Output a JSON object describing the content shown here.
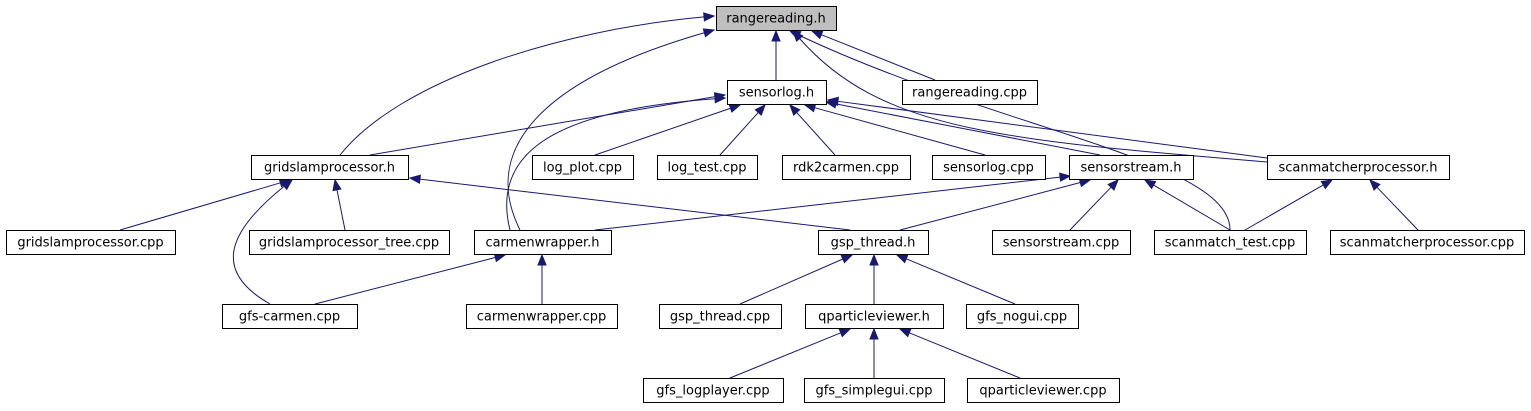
{
  "diagram": {
    "nodes": [
      {
        "id": "rangereading_h",
        "label": "rangereading.h",
        "highlighted": true
      },
      {
        "id": "sensorlog_h",
        "label": "sensorlog.h"
      },
      {
        "id": "rangereading_cpp",
        "label": "rangereading.cpp"
      },
      {
        "id": "gridslamprocessor_h",
        "label": "gridslamprocessor.h"
      },
      {
        "id": "log_plot_cpp",
        "label": "log_plot.cpp"
      },
      {
        "id": "log_test_cpp",
        "label": "log_test.cpp"
      },
      {
        "id": "rdk2carmen_cpp",
        "label": "rdk2carmen.cpp"
      },
      {
        "id": "sensorlog_cpp",
        "label": "sensorlog.cpp"
      },
      {
        "id": "sensorstream_h",
        "label": "sensorstream.h"
      },
      {
        "id": "scanmatcherprocessor_h",
        "label": "scanmatcherprocessor.h"
      },
      {
        "id": "gridslamprocessor_cpp",
        "label": "gridslamprocessor.cpp"
      },
      {
        "id": "gridslamprocessor_tree_cpp",
        "label": "gridslamprocessor_tree.cpp"
      },
      {
        "id": "carmenwrapper_h",
        "label": "carmenwrapper.h"
      },
      {
        "id": "gsp_thread_h",
        "label": "gsp_thread.h"
      },
      {
        "id": "sensorstream_cpp",
        "label": "sensorstream.cpp"
      },
      {
        "id": "scanmatch_test_cpp",
        "label": "scanmatch_test.cpp"
      },
      {
        "id": "scanmatcherprocessor_cpp",
        "label": "scanmatcherprocessor.cpp"
      },
      {
        "id": "gfs_carmen_cpp",
        "label": "gfs-carmen.cpp"
      },
      {
        "id": "carmenwrapper_cpp",
        "label": "carmenwrapper.cpp"
      },
      {
        "id": "gsp_thread_cpp",
        "label": "gsp_thread.cpp"
      },
      {
        "id": "qparticleviewer_h",
        "label": "qparticleviewer.h"
      },
      {
        "id": "gfs_nogui_cpp",
        "label": "gfs_nogui.cpp"
      },
      {
        "id": "gfs_logplayer_cpp",
        "label": "gfs_logplayer.cpp"
      },
      {
        "id": "gfs_simplegui_cpp",
        "label": "gfs_simplegui.cpp"
      },
      {
        "id": "qparticleviewer_cpp",
        "label": "qparticleviewer.cpp"
      }
    ],
    "edges": [
      {
        "from": "sensorlog_h",
        "to": "rangereading_h"
      },
      {
        "from": "rangereading_cpp",
        "to": "rangereading_h"
      },
      {
        "from": "gridslamprocessor_h",
        "to": "rangereading_h"
      },
      {
        "from": "carmenwrapper_h",
        "to": "rangereading_h"
      },
      {
        "from": "scanmatcherprocessor_h",
        "to": "rangereading_h"
      },
      {
        "from": "scanmatch_test_cpp",
        "to": "rangereading_h"
      },
      {
        "from": "gridslamprocessor_h",
        "to": "sensorlog_h"
      },
      {
        "from": "log_plot_cpp",
        "to": "sensorlog_h"
      },
      {
        "from": "log_test_cpp",
        "to": "sensorlog_h"
      },
      {
        "from": "rdk2carmen_cpp",
        "to": "sensorlog_h"
      },
      {
        "from": "sensorlog_cpp",
        "to": "sensorlog_h"
      },
      {
        "from": "sensorstream_h",
        "to": "sensorlog_h"
      },
      {
        "from": "scanmatcherprocessor_h",
        "to": "sensorlog_h"
      },
      {
        "from": "carmenwrapper_h",
        "to": "sensorlog_h"
      },
      {
        "from": "gridslamprocessor_cpp",
        "to": "gridslamprocessor_h"
      },
      {
        "from": "gridslamprocessor_tree_cpp",
        "to": "gridslamprocessor_h"
      },
      {
        "from": "gfs_carmen_cpp",
        "to": "gridslamprocessor_h"
      },
      {
        "from": "gsp_thread_h",
        "to": "gridslamprocessor_h"
      },
      {
        "from": "carmenwrapper_h",
        "to": "sensorstream_h"
      },
      {
        "from": "gsp_thread_h",
        "to": "sensorstream_h"
      },
      {
        "from": "sensorstream_cpp",
        "to": "sensorstream_h"
      },
      {
        "from": "scanmatch_test_cpp",
        "to": "sensorstream_h"
      },
      {
        "from": "scanmatch_test_cpp",
        "to": "scanmatcherprocessor_h"
      },
      {
        "from": "scanmatcherprocessor_cpp",
        "to": "scanmatcherprocessor_h"
      },
      {
        "from": "gfs_carmen_cpp",
        "to": "carmenwrapper_h"
      },
      {
        "from": "carmenwrapper_cpp",
        "to": "carmenwrapper_h"
      },
      {
        "from": "gsp_thread_cpp",
        "to": "gsp_thread_h"
      },
      {
        "from": "qparticleviewer_h",
        "to": "gsp_thread_h"
      },
      {
        "from": "gfs_nogui_cpp",
        "to": "gsp_thread_h"
      },
      {
        "from": "gfs_logplayer_cpp",
        "to": "qparticleviewer_h"
      },
      {
        "from": "gfs_simplegui_cpp",
        "to": "qparticleviewer_h"
      },
      {
        "from": "qparticleviewer_cpp",
        "to": "qparticleviewer_h"
      }
    ],
    "colors": {
      "edge": "#191970",
      "node_border": "#000000",
      "node_fill": "#ffffff",
      "highlight_fill": "#bfbfbf"
    }
  }
}
